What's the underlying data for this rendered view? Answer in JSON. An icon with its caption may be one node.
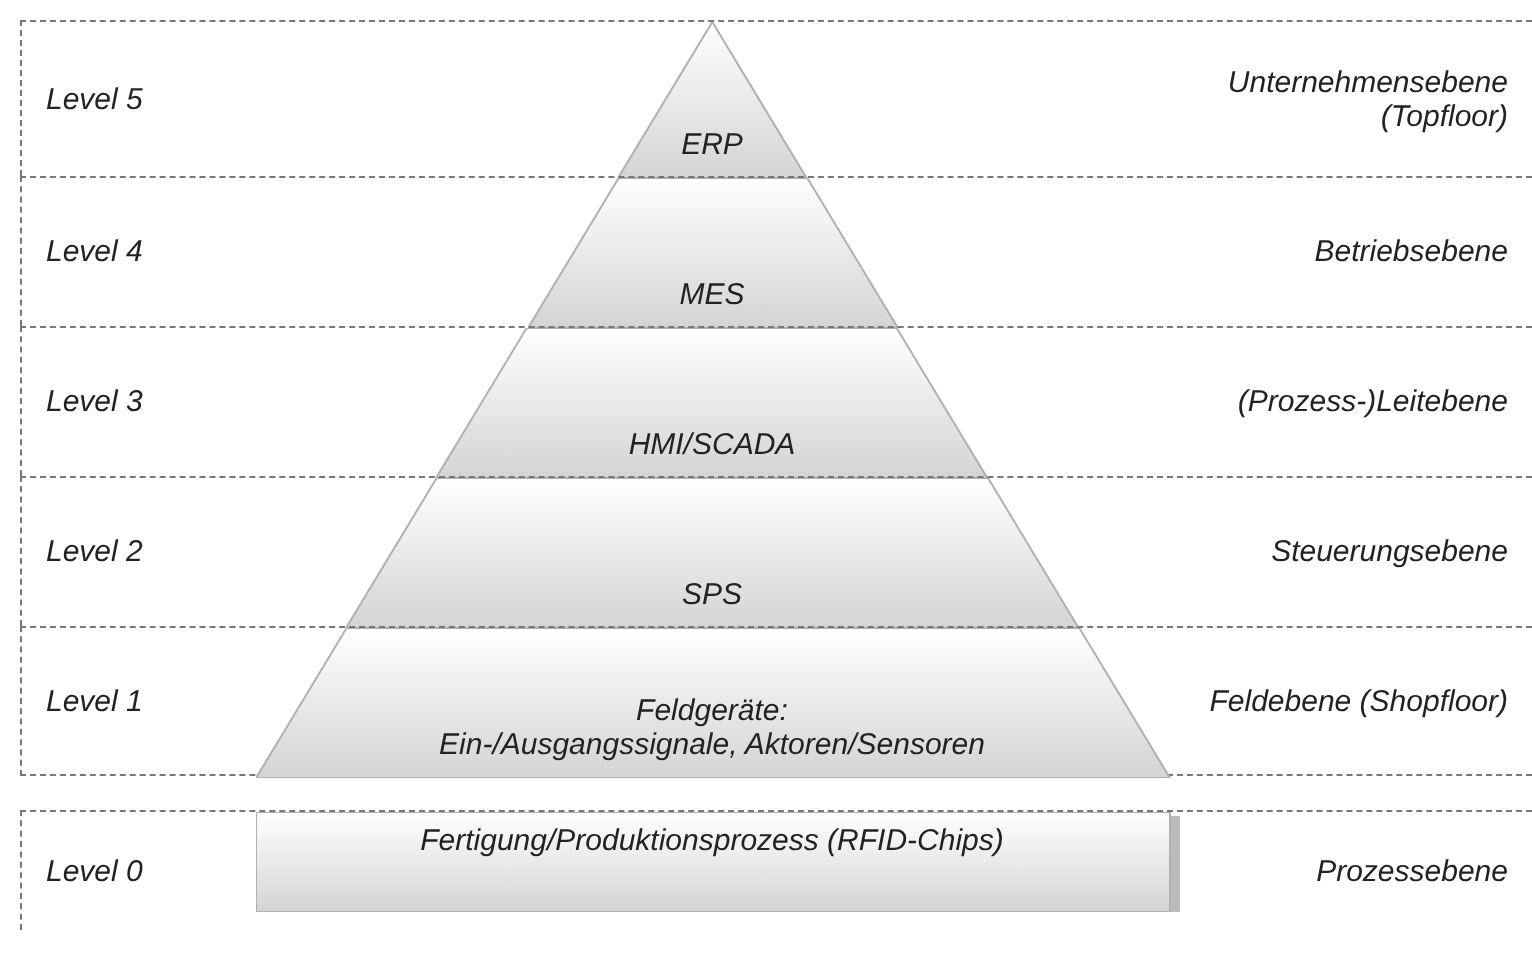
{
  "diagram": {
    "nodes": [
      {
        "text": [
          "Level 5",
          "Unternehmensebene (Topfloor)"
        ]
      },
      {
        "text": [
          "ERP"
        ],
        "in": 0
      },
      {
        "text": [
          "Level 4",
          "Betriebsebene"
        ]
      },
      {
        "text": [
          "MES"
        ],
        "in": 2
      },
      {
        "text": [
          "Level 3",
          "(Prozess-)Leitebene"
        ]
      },
      {
        "text": [
          "HMI/SCADA"
        ],
        "in": 4
      },
      {
        "text": [
          "Level 2",
          "Steuerungsebene"
        ]
      },
      {
        "text": [
          "SPS"
        ],
        "in": 6
      },
      {
        "text": [
          "Level 1",
          "Feldebene (Shopfloor)"
        ]
      },
      {
        "text": [
          "Feldgeräte:",
          "Ein-/Ausgangssignale, Aktoren/Sensoren"
        ],
        "in": 8
      },
      {
        "text": [
          "Level 0",
          "Prozessebene"
        ]
      },
      {
        "text": [
          "Fertigung/Produktionsprozess (RFID-Chips)"
        ],
        "in": 10
      }
    ]
  }
}
